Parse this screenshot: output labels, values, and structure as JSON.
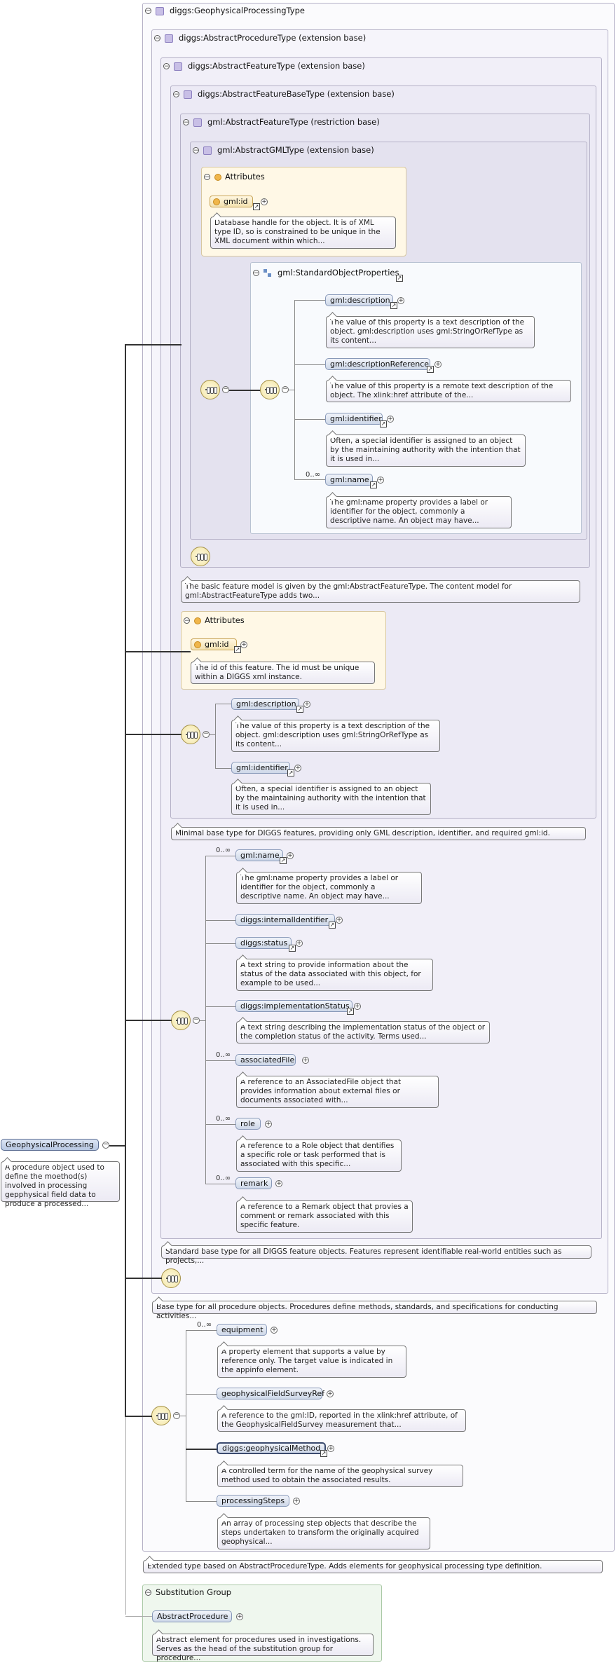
{
  "types": {
    "geophysical_processing_type": "diggs:GeophysicalProcessingType",
    "abstract_procedure_type": "diggs:AbstractProcedureType (extension base)",
    "abstract_feature_type": "diggs:AbstractFeatureType (extension base)",
    "abstract_feature_base_type": "diggs:AbstractFeatureBaseType (extension base)",
    "gml_abstract_feature_type": "gml:AbstractFeatureType (restriction base)",
    "gml_abstract_gml_type": "gml:AbstractGMLType (extension base)"
  },
  "attributes_label": "Attributes",
  "gml_type_attr": {
    "name": "gml:id",
    "desc": "Database handle for the object. It is of XML type ID, so is constrained to be unique in the XML document within which..."
  },
  "std_object_props": {
    "title": "gml:StandardObjectProperties",
    "items": [
      {
        "name": "gml:description",
        "card": "",
        "desc": "The value of this property is a text description of the object. gml:description uses gml:StringOrRefType as its content..."
      },
      {
        "name": "gml:descriptionReference",
        "card": "",
        "desc": "The value of this property is a remote text description of the object. The xlink:href attribute of the..."
      },
      {
        "name": "gml:identifier",
        "card": "",
        "desc": "Often, a special identifier is assigned to an object by the maintaining authority with the intention that it is used in..."
      },
      {
        "name": "gml:name",
        "card": "0..∞",
        "desc": "The gml:name property provides a label or identifier for the object, commonly a descriptive name. An object may have..."
      }
    ]
  },
  "gml_feature_desc": "The basic feature model is given by the gml:AbstractFeatureType. The content model for gml:AbstractFeatureType adds two...",
  "base_attr": {
    "name": "gml:id",
    "desc": "The id of this feature. The id must be unique within a DIGGS xml instance."
  },
  "base_items": [
    {
      "name": "gml:description",
      "desc": "The value of this property is a text description of the object. gml:description uses gml:StringOrRefType as its content..."
    },
    {
      "name": "gml:identifier",
      "desc": "Often, a special identifier is assigned to an object by the maintaining authority with the intention that it is used in..."
    }
  ],
  "base_desc": "Minimal base type for DIGGS features, providing only GML description, identifier, and required gml:id.",
  "feature_items": [
    {
      "name": "gml:name",
      "card": "0..∞",
      "desc": "The gml:name property provides a label or identifier for the object, commonly a descriptive name. An object may have..."
    },
    {
      "name": "diggs:internalIdentifier",
      "card": "",
      "desc": ""
    },
    {
      "name": "diggs:status",
      "card": "",
      "desc": "A text string to provide information about the status of the data associated with this object, for example to be used..."
    },
    {
      "name": "diggs:implementationStatus",
      "card": "",
      "desc": "A text string describing the implementation status of the object or the completion status of the activity. Terms used..."
    },
    {
      "name": "associatedFile",
      "card": "0..∞",
      "desc": "A reference to an AssociatedFile object that provides information about external files or documents associated with..."
    },
    {
      "name": "role",
      "card": "0..∞",
      "desc": "A reference to a Role object that dentifies a specific role or task performed that is associated with this specific..."
    },
    {
      "name": "remark",
      "card": "0..∞",
      "desc": "A reference to a Remark object that provies a comment or remark associated with this specific feature."
    }
  ],
  "feature_desc": "Standard base type for all DIGGS feature objects. Features represent identifiable real-world entities such as projects,...",
  "procedure_desc": "Base type for all procedure objects. Procedures define methods, standards, and specifications for conducting activities...",
  "gp_items": [
    {
      "name": "equipment",
      "card": "0..∞",
      "desc": "A property element that supports a value by reference only. The target value is indicated in the appinfo element."
    },
    {
      "name": "geophysicalFieldSurveyRef",
      "card": "",
      "desc": "A reference to the gml:ID, reported in the xlink:href attribute, of the GeophysicalFieldSurvey measurement that..."
    },
    {
      "name": "diggs:geophysicalMethod",
      "card": "",
      "desc": "A controlled term for the name of the geophysical survey method used to obtain the associated results."
    },
    {
      "name": "processingSteps",
      "card": "",
      "desc": "An array of processing step objects that describe the steps undertaken to transform the originally acquired geophysical..."
    }
  ],
  "gp_type_desc": "Extended type based on AbstractProcedureType. Adds elements for geophysical processing type definition.",
  "substitution": {
    "title": "Substitution Group",
    "name": "AbstractProcedure",
    "desc": "Abstract element for procedures used in investigations. Serves as the head of the substitution group for procedure..."
  },
  "root": {
    "name": "GeophysicalProcessing",
    "desc": "A procedure object used to define the moethod(s) involved in processing gepphysical field data to produce a processed..."
  }
}
